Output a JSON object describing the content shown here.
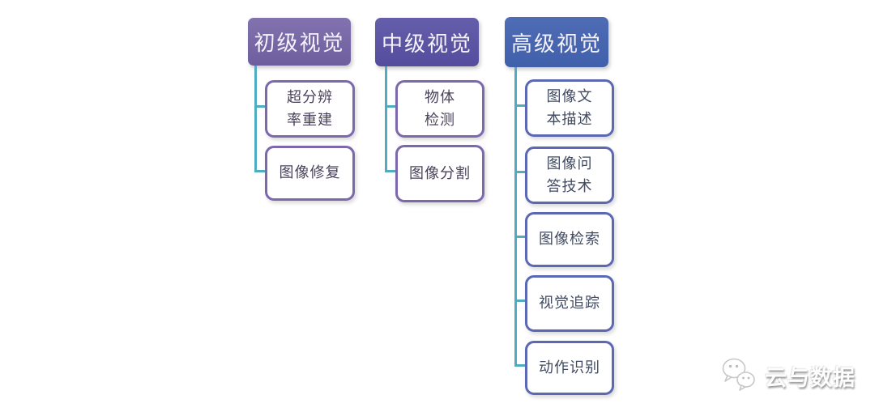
{
  "diagram": {
    "columns": [
      {
        "title": "初级视觉",
        "children": [
          {
            "label": "超分辨\n率重建"
          },
          {
            "label": "图像修复"
          }
        ]
      },
      {
        "title": "中级视觉",
        "children": [
          {
            "label": "物体\n检测"
          },
          {
            "label": "图像分割"
          }
        ]
      },
      {
        "title": "高级视觉",
        "children": [
          {
            "label": "图像文\n本描述"
          },
          {
            "label": "图像问\n答技术"
          },
          {
            "label": "图像检索"
          },
          {
            "label": "视觉追踪"
          },
          {
            "label": "动作识别"
          }
        ]
      }
    ],
    "colors": {
      "header_level1_purple": "#7b6aa8",
      "header_level2_purple": "#5a53a4",
      "header_level3_blue": "#4764b1",
      "child_border_purple": "#7c68ad",
      "child_border_blue": "#5b68b3",
      "connector_teal": "#4fadc2"
    }
  },
  "watermark": {
    "label": "云与数据",
    "icon": "wechat-icon"
  }
}
